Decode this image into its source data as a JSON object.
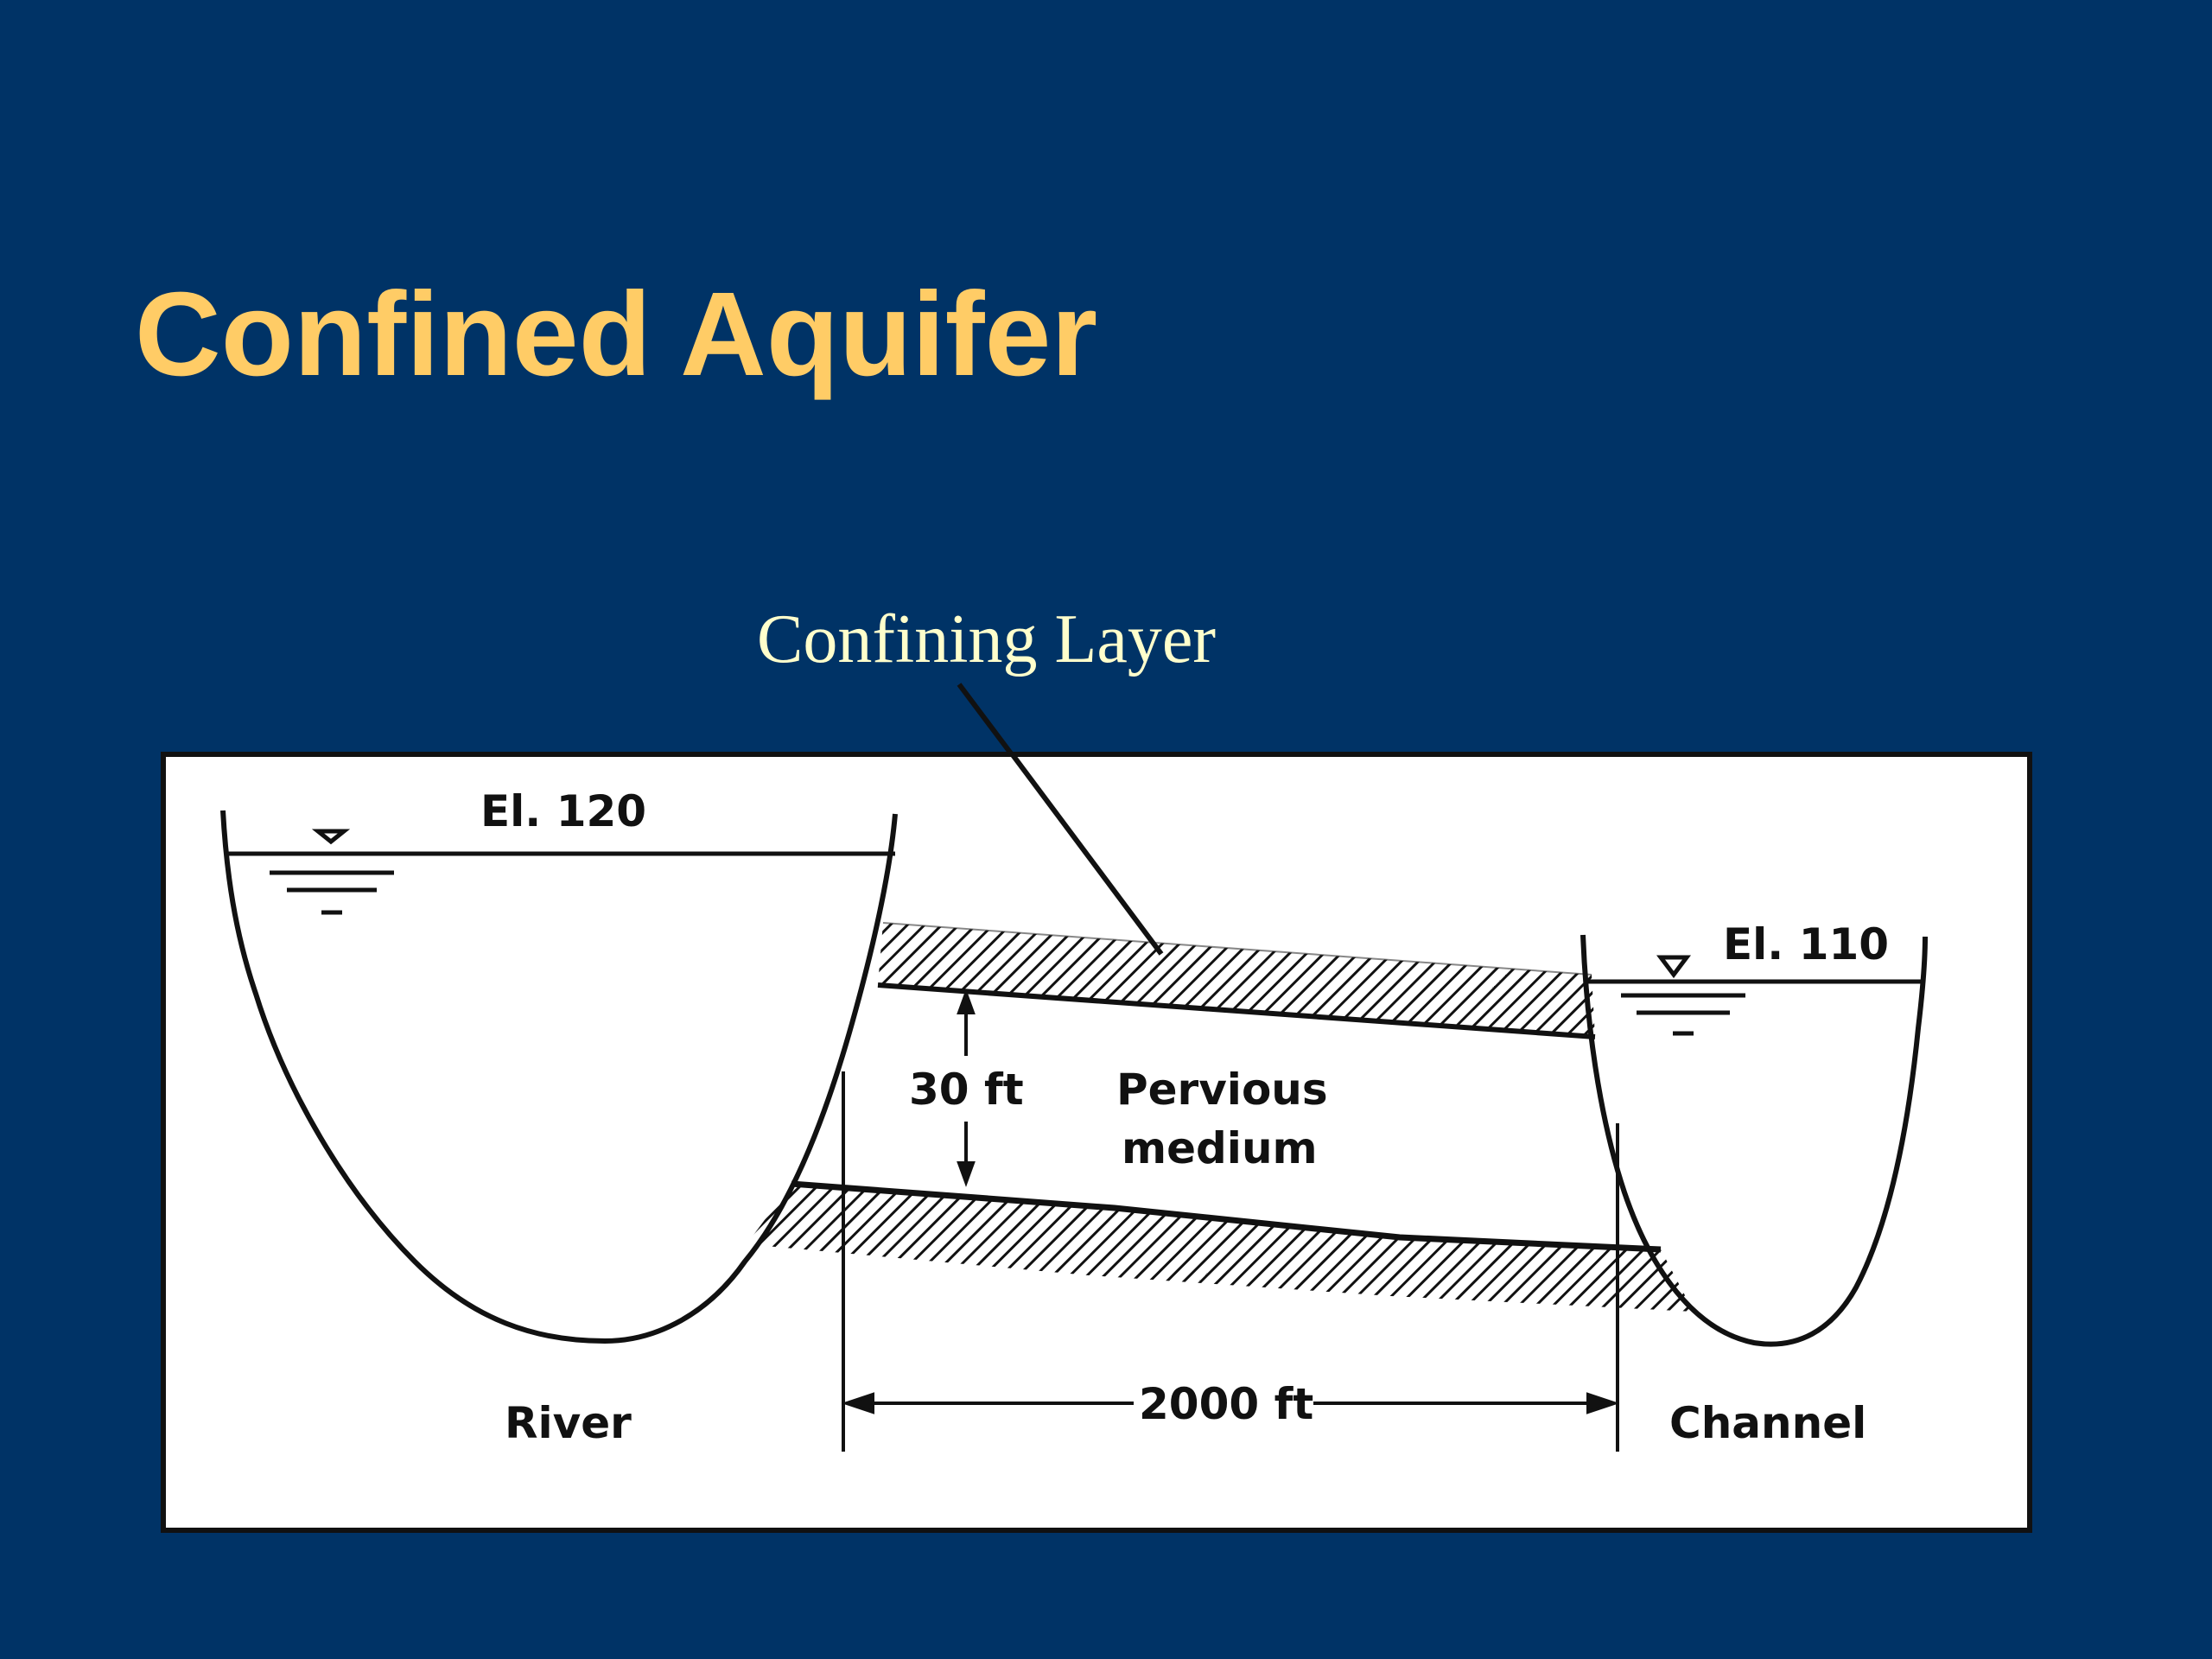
{
  "slide": {
    "title": "Confined Aquifer",
    "background_color": "#003366",
    "title_color": "#FFCC66",
    "callout_color": "#FFFFCC"
  },
  "diagram": {
    "callout_label": "Confining Layer",
    "river_elevation": "El. 120",
    "channel_elevation": "El. 110",
    "thickness_label": "30 ft",
    "medium_label_line1": "Pervious",
    "medium_label_line2": "medium",
    "distance_label": "2000 ft",
    "river_label": "River",
    "channel_label": "Channel"
  }
}
